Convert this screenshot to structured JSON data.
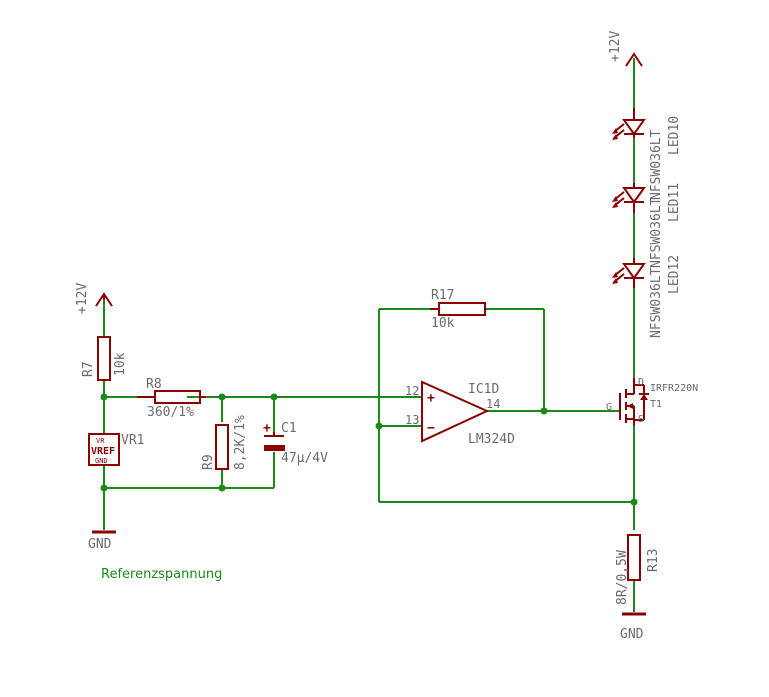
{
  "supply_left": "+12V",
  "supply_right": "+12V",
  "gnd_left": "GND",
  "gnd_right": "GND",
  "r7": {
    "name": "R7",
    "value": "10k"
  },
  "r8": {
    "name": "R8",
    "value": "360/1%"
  },
  "r9": {
    "name": "R9",
    "value": "8,2K/1%"
  },
  "c1": {
    "name": "C1",
    "value": "47µ/4V",
    "plus": "+"
  },
  "r17": {
    "name": "R17",
    "value": "10k"
  },
  "r13": {
    "name": "R13",
    "value": "8R/0,5W"
  },
  "vr1": {
    "name": "VR1",
    "value": "VREF",
    "pin_top": "VR",
    "pin_bottom": "GND"
  },
  "ic1d": {
    "name": "IC1D",
    "value": "LM324D",
    "pin_noninv": "12",
    "pin_inv": "13",
    "pin_out": "14",
    "plus": "+",
    "minus": "−"
  },
  "t1": {
    "name": "T1",
    "value": "IRFR220N",
    "pin_d": "D",
    "pin_g": "G",
    "pin_s": "S"
  },
  "led10": {
    "name": "LED10",
    "value": "NFSW036LT"
  },
  "led11": {
    "name": "LED11",
    "value": "NFSW036LT"
  },
  "led12": {
    "name": "LED12",
    "value": "NFSW036LT"
  },
  "note": "Referenzspannung"
}
